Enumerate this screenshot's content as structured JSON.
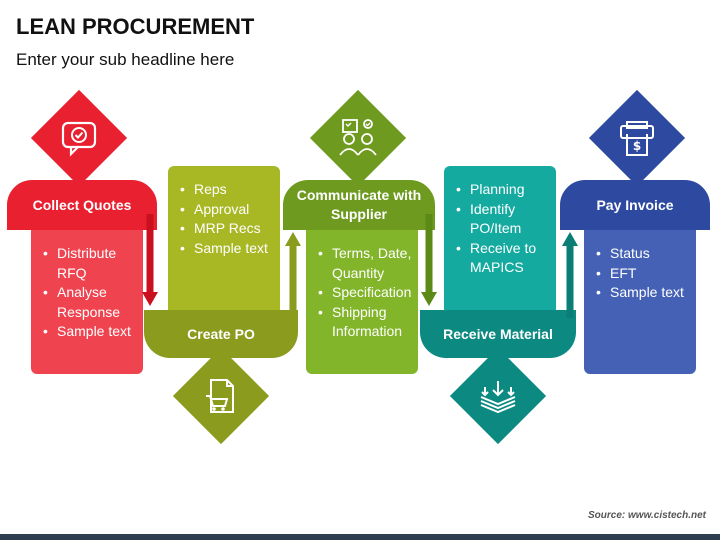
{
  "title": "LEAN PROCUREMENT",
  "subtitle": "Enter your sub headline here",
  "steps": [
    {
      "label": "Collect Quotes",
      "bullets": [
        "Distribute RFQ",
        "Analyse Response",
        "Sample text"
      ],
      "color": "#e8202f",
      "card_color": "#ef4450",
      "icon": "chat-check-icon"
    },
    {
      "label": "Create PO",
      "bullets": [
        "Reps",
        "Approval",
        "MRP Recs",
        "Sample text"
      ],
      "color": "#8a9b1e",
      "card_color": "#a8b824",
      "icon": "document-cart-icon"
    },
    {
      "label": "Communicate with Supplier",
      "bullets": [
        "Terms, Date, Quantity",
        "Specification",
        "Shipping Information"
      ],
      "color": "#6e9a1f",
      "card_color": "#82b52a",
      "icon": "people-checklist-icon"
    },
    {
      "label": "Receive Material",
      "bullets": [
        "Planning",
        "Identify PO/Item",
        "Receive to MAPICS"
      ],
      "color": "#0c8a82",
      "card_color": "#14aaa0",
      "icon": "layers-download-icon"
    },
    {
      "label": "Pay Invoice",
      "bullets": [
        "Status",
        "EFT",
        "Sample text"
      ],
      "color": "#2e4aa0",
      "card_color": "#4461b6",
      "icon": "invoice-print-icon"
    }
  ],
  "source": "Source: www.cistech.net"
}
